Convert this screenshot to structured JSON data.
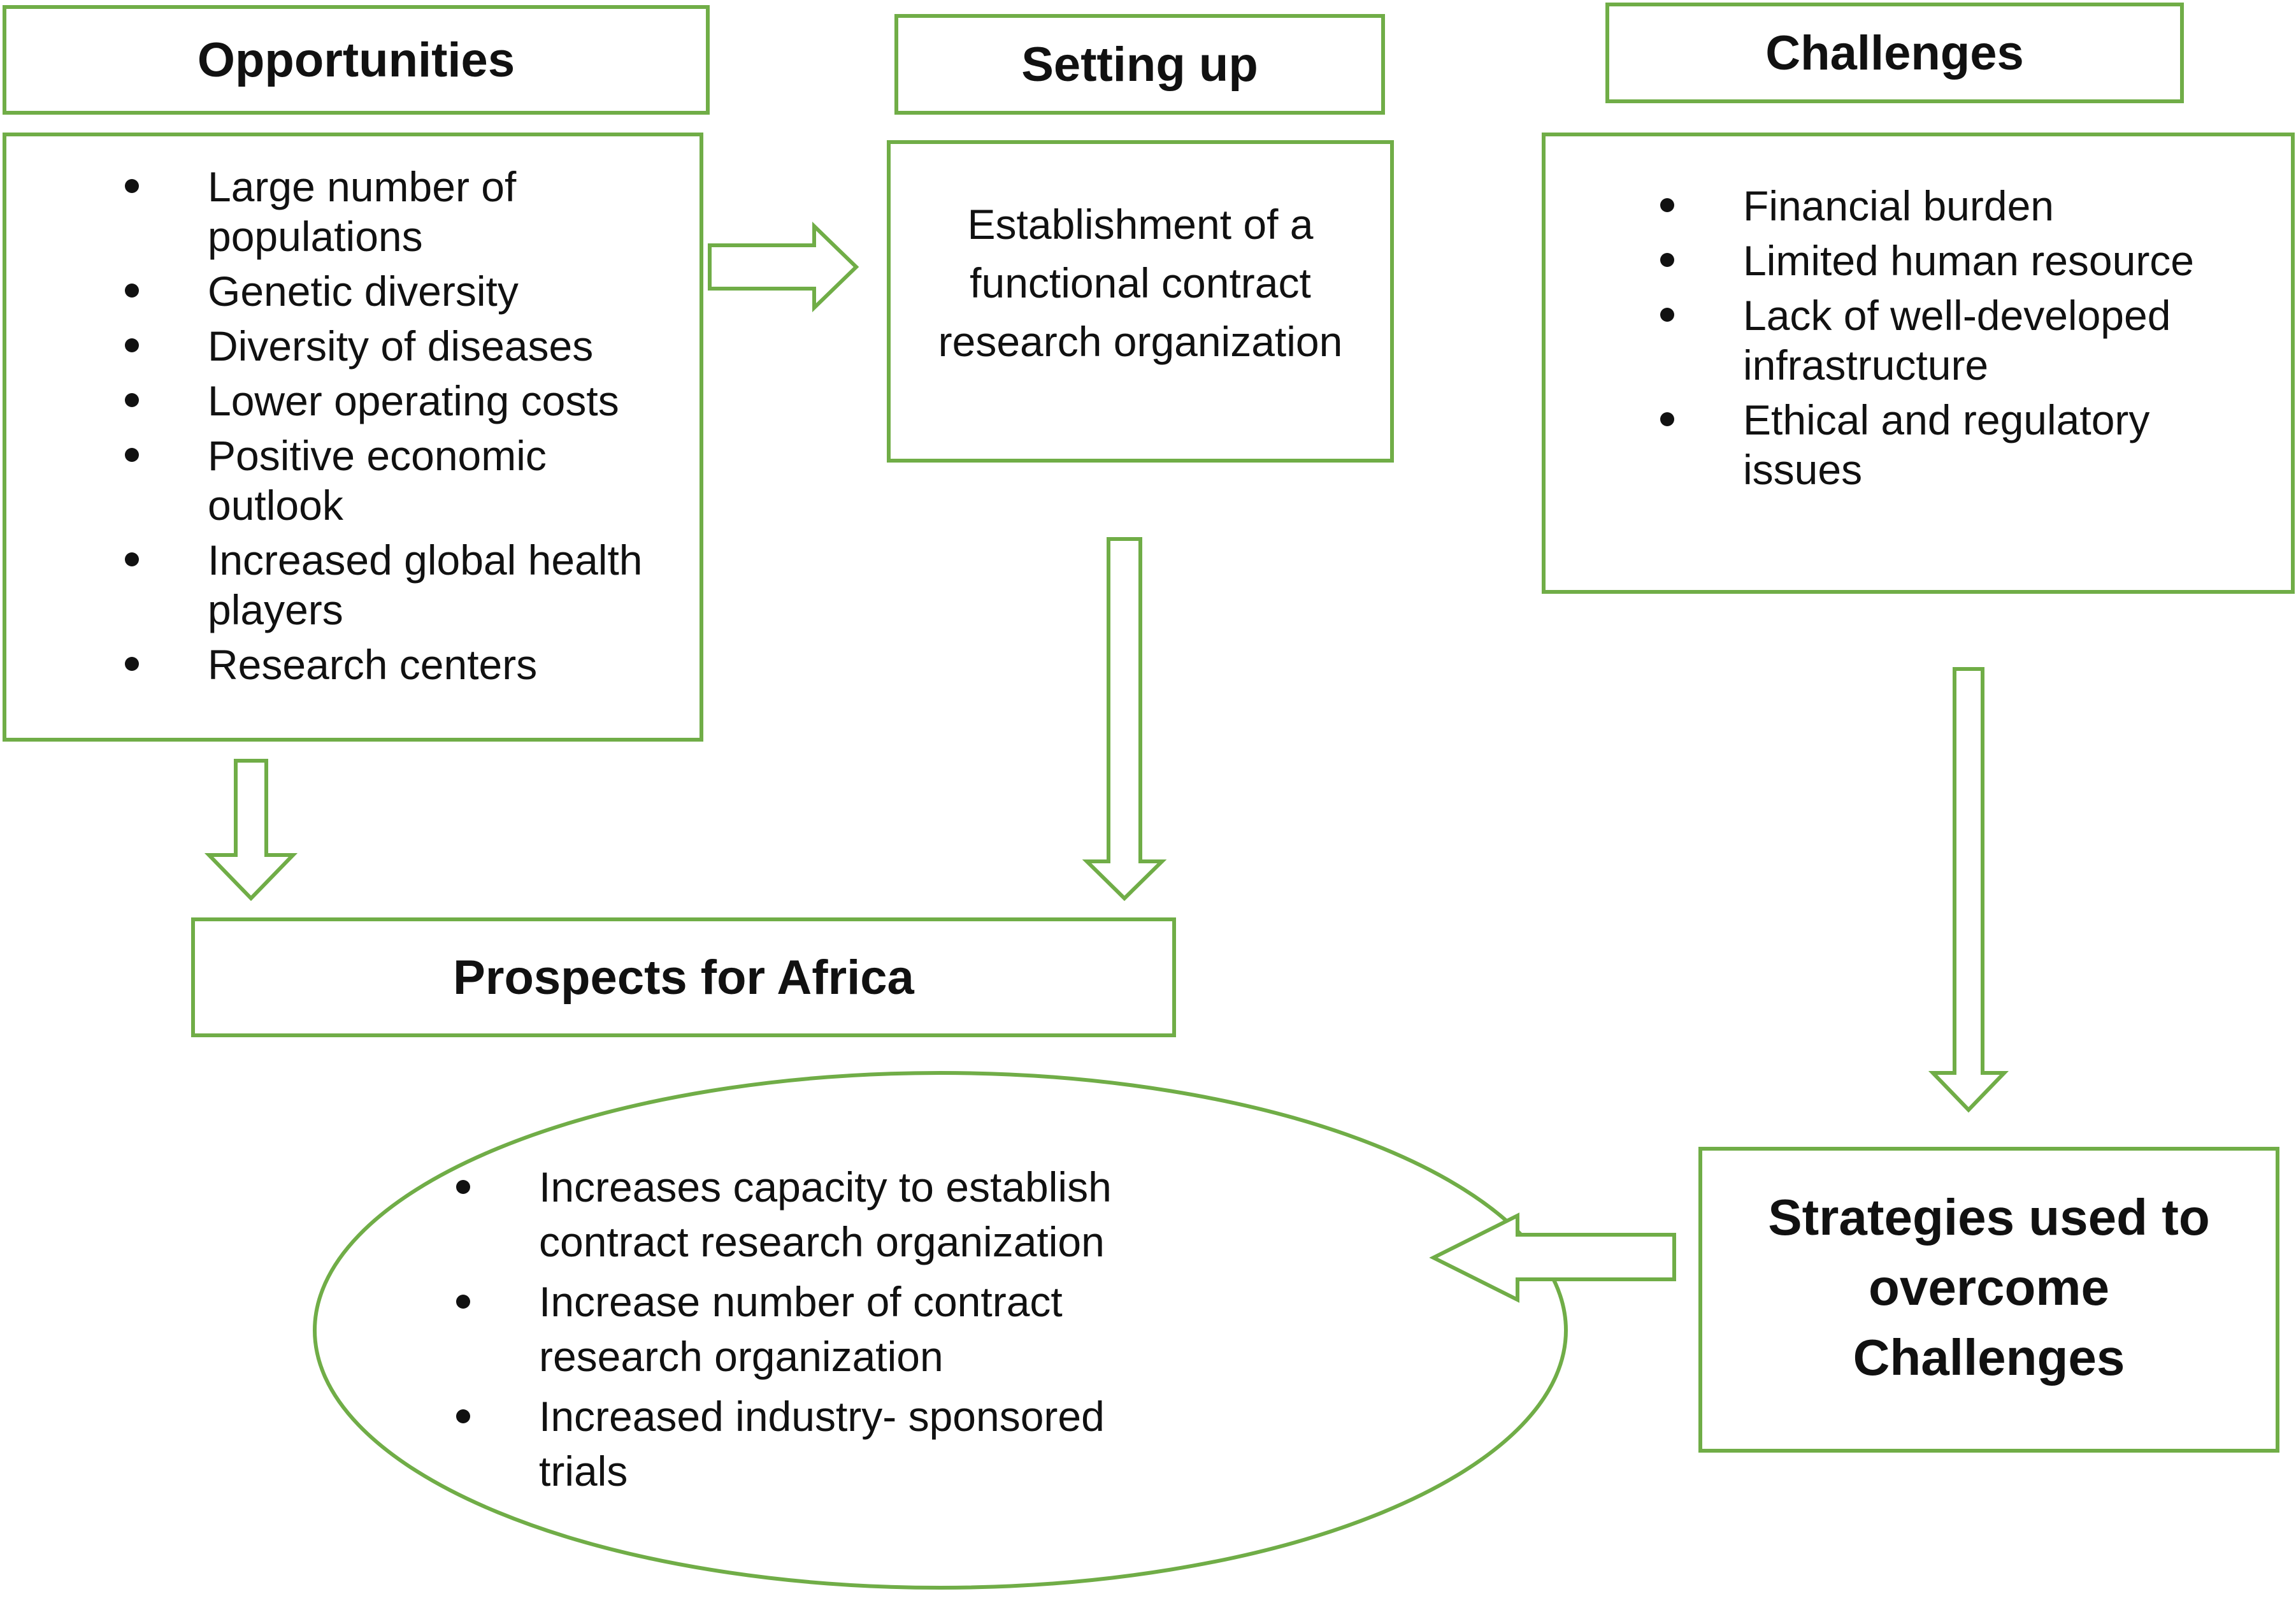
{
  "opportunities": {
    "title": "Opportunities",
    "items": [
      "Large number of populations",
      "Genetic diversity",
      "Diversity of diseases",
      "Lower operating costs",
      "Positive economic outlook",
      "Increased global health players",
      "Research centers"
    ]
  },
  "setting_up": {
    "title": "Setting up",
    "text": "Establishment of a functional contract research organization"
  },
  "challenges": {
    "title": "Challenges",
    "items": [
      "Financial burden",
      "Limited human resource",
      "Lack of well-developed infrastructure",
      "Ethical and regulatory issues"
    ]
  },
  "prospects": {
    "title": "Prospects for Africa",
    "items": [
      "Increases capacity to establish contract research organization",
      "Increase number of contract research organization",
      "Increased industry- sponsored trials"
    ]
  },
  "strategies": {
    "title": "Strategies used to overcome Challenges"
  },
  "colors": {
    "accent": "#70ad47",
    "text": "#111111",
    "background": "#ffffff"
  }
}
